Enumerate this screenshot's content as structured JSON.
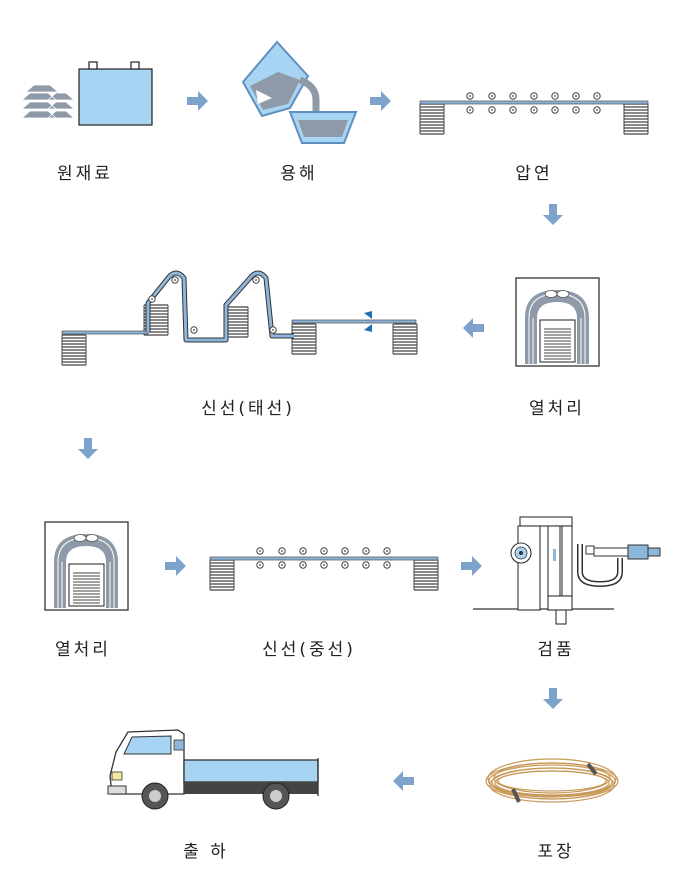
{
  "colors": {
    "arrow": "#7da3cc",
    "light_blue": "#a7d4f2",
    "mid_blue": "#8fb6dc",
    "gray": "#8f9aa8",
    "dark": "#333333",
    "wire": "#c89a5a",
    "cutter": "#1f6fb8"
  },
  "steps": [
    {
      "id": "raw-material",
      "label": "원재료",
      "icon": "ingot-and-material-box"
    },
    {
      "id": "melting",
      "label": "용해",
      "icon": "ladle-pouring"
    },
    {
      "id": "rolling",
      "label": "압연",
      "icon": "rolling-line"
    },
    {
      "id": "heat-treat-1",
      "label": "열처리",
      "icon": "heat-treatment-furnace"
    },
    {
      "id": "drawing-coarse",
      "label": "신선(태선)",
      "icon": "wire-drawing-machine"
    },
    {
      "id": "heat-treat-2",
      "label": "열처리",
      "icon": "heat-treatment-furnace"
    },
    {
      "id": "drawing-medium",
      "label": "신선(중선)",
      "icon": "rolling-line"
    },
    {
      "id": "inspection",
      "label": "검품",
      "icon": "micrometer-gauge"
    },
    {
      "id": "packing",
      "label": "포장",
      "icon": "wire-coil"
    },
    {
      "id": "shipping",
      "label": "출 하",
      "icon": "truck"
    }
  ]
}
